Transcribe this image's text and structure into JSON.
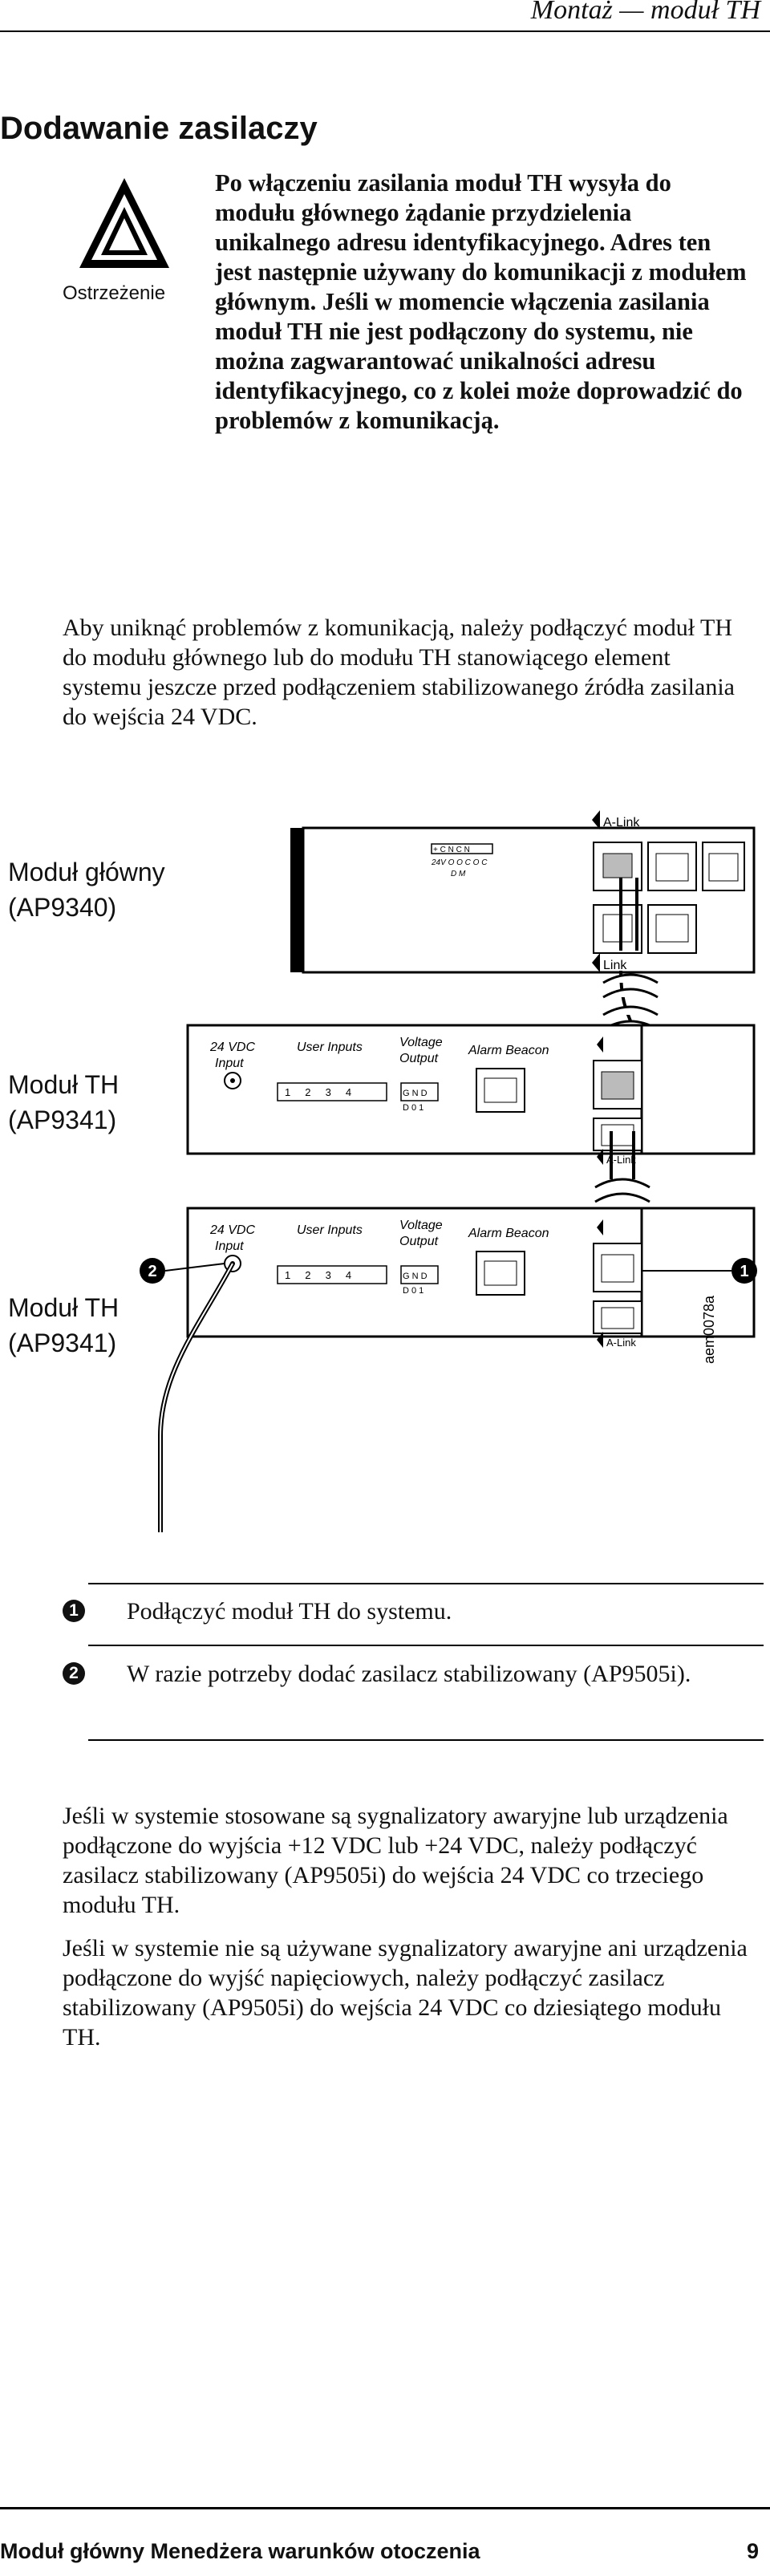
{
  "header": {
    "chapter": "Montaż — moduł TH"
  },
  "section_title": "Dodawanie zasilaczy",
  "warning": {
    "label": "Ostrzeżenie",
    "text": "Po włączeniu zasilania moduł TH wysyła do modułu głównego żądanie przydzielenia unikalnego adresu identyfikacyjnego. Adres ten jest następnie używany do komunikacji z modułem głównym. Jeśli w momencie włączenia zasilania moduł TH nie jest podłączony do systemu, nie można zagwarantować unikalności adresu identyfikacyjnego, co z kolei może doprowadzić do problemów z komunikacją."
  },
  "intro": "Aby uniknąć problemów z komunikacją, należy podłączyć moduł TH do modułu głównego lub do modułu TH stanowiącego element systemu jeszcze przed podłączeniem stabilizowanego źródła zasilania do wejścia 24 VDC.",
  "diagram": {
    "main_module_name": "Moduł główny",
    "main_module_code": "(AP9340)",
    "th_module_name": "Moduł TH",
    "th_module_code": "(AP9341)",
    "alink_label": "A-Link",
    "input_label": "24 VDC Input",
    "user_inputs_label": "User Inputs",
    "voltage_output_label": "Voltage Output",
    "alarm_beacon_label": "Alarm Beacon",
    "figure_id": "aem0078a",
    "callout_1": "1",
    "callout_2": "2",
    "terminal_numbers": [
      "1",
      "2",
      "3",
      "4"
    ],
    "gnd_label": "G N D",
    "out_labels": "D 0 1",
    "main_terminals_top": "+ C N C N",
    "main_terminals_mid": "24V O O C O C",
    "main_terminals_bot": "D M"
  },
  "callouts": [
    {
      "num": "1",
      "text": "Podłączyć moduł TH do systemu."
    },
    {
      "num": "2",
      "text": "W razie potrzeby dodać zasilacz stabilizowany (AP9505i)."
    }
  ],
  "paragraphs": [
    "Jeśli w systemie stosowane są sygnalizatory awaryjne lub urządzenia podłączone do wyjścia +12 VDC lub +24 VDC, należy podłączyć zasilacz stabilizowany (AP9505i) do wejścia 24 VDC co trzeciego modułu TH.",
    "Jeśli w systemie nie są używane sygnalizatory awaryjne ani urządzenia podłączone do wyjść napięciowych, należy podłączyć zasilacz stabilizowany (AP9505i) do wejścia 24 VDC co dziesiątego modułu TH."
  ],
  "footer": {
    "title": "Moduł główny Menedżera warunków otoczenia",
    "page": "9"
  }
}
